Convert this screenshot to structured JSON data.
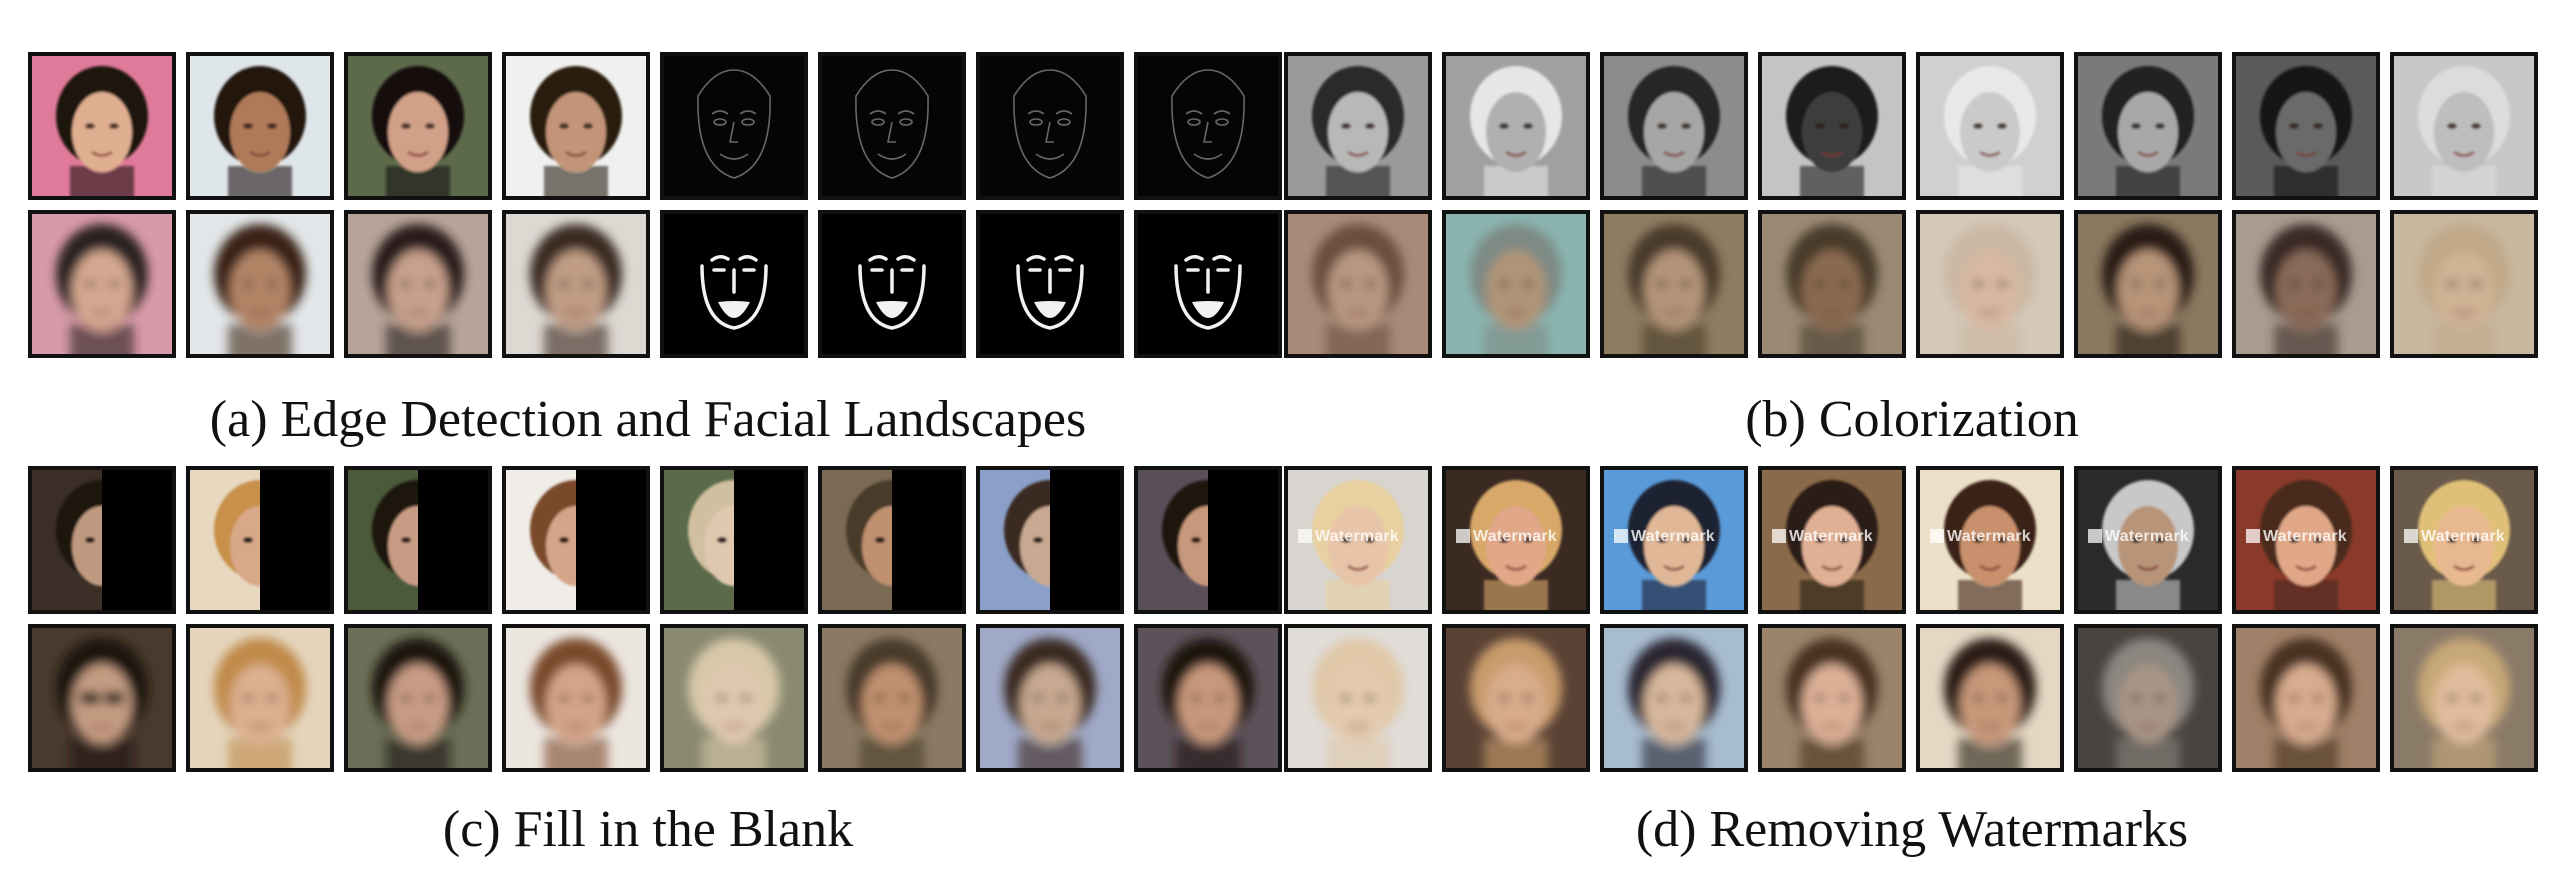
{
  "panels": [
    {
      "id": "a",
      "caption": "(a) Edge Detection and Facial Landscapes",
      "rows": [
        [
          {
            "kind": "face",
            "bg": "#e07a9a",
            "skin": "#e0ae90",
            "hair": "#1c1410",
            "sharp": true
          },
          {
            "kind": "face",
            "bg": "#dfe6ea",
            "skin": "#b07a58",
            "hair": "#201410",
            "sharp": true
          },
          {
            "kind": "face",
            "bg": "#5d6a4a",
            "skin": "#d2a088",
            "hair": "#14100c",
            "sharp": true
          },
          {
            "kind": "face",
            "bg": "#f0f0f0",
            "skin": "#c49478",
            "hair": "#2a1a10",
            "sharp": true
          },
          {
            "kind": "edge"
          },
          {
            "kind": "edge"
          },
          {
            "kind": "edge"
          },
          {
            "kind": "edge"
          }
        ],
        [
          {
            "kind": "face",
            "bg": "#d89aa8",
            "skin": "#d4a890",
            "hair": "#2a2020",
            "sharp": false
          },
          {
            "kind": "face",
            "bg": "#e2e6e8",
            "skin": "#b28466",
            "hair": "#3a2418",
            "sharp": false
          },
          {
            "kind": "face",
            "bg": "#b6a498",
            "skin": "#c8a08c",
            "hair": "#2a1e1a",
            "sharp": false
          },
          {
            "kind": "face",
            "bg": "#dcd8d2",
            "skin": "#c09c84",
            "hair": "#3a2a22",
            "sharp": false
          },
          {
            "kind": "landmark"
          },
          {
            "kind": "landmark"
          },
          {
            "kind": "landmark"
          },
          {
            "kind": "landmark"
          }
        ]
      ]
    },
    {
      "id": "b",
      "caption": "(b) Colorization",
      "rows": [
        [
          {
            "kind": "face",
            "bg": "#9a9a9a",
            "skin": "#b8b8b8",
            "hair": "#2a2a2a",
            "sharp": true
          },
          {
            "kind": "face",
            "bg": "#a0a0a0",
            "skin": "#b0b0b0",
            "hair": "#e6e6e6",
            "sharp": true
          },
          {
            "kind": "face",
            "bg": "#8c8c8c",
            "skin": "#a6a6a6",
            "hair": "#262626",
            "sharp": true
          },
          {
            "kind": "face",
            "bg": "#c4c4c4",
            "skin": "#3c3c3c",
            "hair": "#1c1c1c",
            "sharp": true
          },
          {
            "kind": "face",
            "bg": "#d0d0d0",
            "skin": "#cacaca",
            "hair": "#e8e8e8",
            "sharp": true
          },
          {
            "kind": "face",
            "bg": "#7a7a7a",
            "skin": "#a8a8a8",
            "hair": "#222222",
            "sharp": true
          },
          {
            "kind": "face",
            "bg": "#5a5a5a",
            "skin": "#6a6a6a",
            "hair": "#141414",
            "sharp": true
          },
          {
            "kind": "face",
            "bg": "#c8c8c8",
            "skin": "#bebebe",
            "hair": "#dcdcdc",
            "sharp": true
          }
        ],
        [
          {
            "kind": "face",
            "bg": "#a88a78",
            "skin": "#b89680",
            "hair": "#6a5040",
            "sharp": false
          },
          {
            "kind": "face",
            "bg": "#8ab4b0",
            "skin": "#b09478",
            "hair": "#7e8a84",
            "sharp": false
          },
          {
            "kind": "face",
            "bg": "#8e7c62",
            "skin": "#b49478",
            "hair": "#4a3a2a",
            "sharp": false
          },
          {
            "kind": "face",
            "bg": "#9a8a74",
            "skin": "#8a6a50",
            "hair": "#4a3a2c",
            "sharp": false
          },
          {
            "kind": "face",
            "bg": "#d4c8b8",
            "skin": "#d8b8a0",
            "hair": "#cab8a4",
            "sharp": false
          },
          {
            "kind": "face",
            "bg": "#8a7860",
            "skin": "#b89478",
            "hair": "#2a1e16",
            "sharp": false
          },
          {
            "kind": "face",
            "bg": "#a89c90",
            "skin": "#8a6a58",
            "hair": "#3a2c26",
            "sharp": false
          },
          {
            "kind": "face",
            "bg": "#c8b8a0",
            "skin": "#d0b294",
            "hair": "#c0a888",
            "sharp": false
          }
        ]
      ]
    },
    {
      "id": "c",
      "caption": "(c) Fill in the Blank",
      "rows": [
        [
          {
            "kind": "half",
            "bg": "#3a2e26",
            "skin": "#c09a80",
            "hair": "#1a1410"
          },
          {
            "kind": "half",
            "bg": "#e8d8c0",
            "skin": "#d8a888",
            "hair": "#c8904a"
          },
          {
            "kind": "half",
            "bg": "#4a5a3a",
            "skin": "#c89c84",
            "hair": "#1c140e"
          },
          {
            "kind": "half",
            "bg": "#f0ece8",
            "skin": "#d4a488",
            "hair": "#7a4a2a"
          },
          {
            "kind": "half",
            "bg": "#5a6a4a",
            "skin": "#e0c8b0",
            "hair": "#d0c0a0"
          },
          {
            "kind": "half",
            "bg": "#7a6a54",
            "skin": "#c09070",
            "hair": "#4a3a2a"
          },
          {
            "kind": "half",
            "bg": "#8aa0c8",
            "skin": "#c8a890",
            "hair": "#3a2a22"
          },
          {
            "kind": "half",
            "bg": "#5a4e58",
            "skin": "#c8987c",
            "hair": "#1a1210"
          }
        ],
        [
          {
            "kind": "face",
            "bg": "#4a3a2e",
            "skin": "#c49c82",
            "hair": "#1a1410",
            "sharp": false,
            "glasses": true
          },
          {
            "kind": "face",
            "bg": "#e4d4bc",
            "skin": "#dcb090",
            "hair": "#c08a48",
            "sharp": false
          },
          {
            "kind": "face",
            "bg": "#6a7058",
            "skin": "#c89c84",
            "hair": "#1c140e",
            "sharp": false
          },
          {
            "kind": "face",
            "bg": "#ece6e0",
            "skin": "#d4a488",
            "hair": "#7a4a2a",
            "sharp": false
          },
          {
            "kind": "face",
            "bg": "#8a8a72",
            "skin": "#e0c8b0",
            "hair": "#d8c8a8",
            "sharp": false
          },
          {
            "kind": "face",
            "bg": "#8a7a64",
            "skin": "#c09070",
            "hair": "#4a3a2a",
            "sharp": false
          },
          {
            "kind": "face",
            "bg": "#a0aac8",
            "skin": "#c8a890",
            "hair": "#3a2a22",
            "sharp": false
          },
          {
            "kind": "face",
            "bg": "#5e525a",
            "skin": "#c8987c",
            "hair": "#1a1210",
            "sharp": false
          }
        ]
      ]
    },
    {
      "id": "d",
      "caption": "(d) Removing Watermarks",
      "watermark_text": "Watermark",
      "rows": [
        [
          {
            "kind": "face",
            "bg": "#d8d4d0",
            "skin": "#e8c4a8",
            "hair": "#e8d0a0",
            "sharp": true,
            "wm": true
          },
          {
            "kind": "face",
            "bg": "#3a2a22",
            "skin": "#e0a888",
            "hair": "#d8a868",
            "sharp": true,
            "wm": true
          },
          {
            "kind": "face",
            "bg": "#5a9ad8",
            "skin": "#e0b898",
            "hair": "#1a2030",
            "sharp": true,
            "wm": true
          },
          {
            "kind": "face",
            "bg": "#8a6a4a",
            "skin": "#e0b094",
            "hair": "#2a1a12",
            "sharp": true,
            "wm": true
          },
          {
            "kind": "face",
            "bg": "#ece0c8",
            "skin": "#c8906c",
            "hair": "#3a2014",
            "sharp": true,
            "wm": true
          },
          {
            "kind": "face",
            "bg": "#2a2a2a",
            "skin": "#b89478",
            "hair": "#c8c8c8",
            "sharp": true,
            "wm": true
          },
          {
            "kind": "face",
            "bg": "#8a3a2a",
            "skin": "#e0a888",
            "hair": "#4a2a1a",
            "sharp": true,
            "wm": true
          },
          {
            "kind": "face",
            "bg": "#6a5a4a",
            "skin": "#e8b890",
            "hair": "#e0c078",
            "sharp": true,
            "wm": true
          }
        ],
        [
          {
            "kind": "face",
            "bg": "#e0dcd8",
            "skin": "#e4caae",
            "hair": "#e0c8a8",
            "sharp": false
          },
          {
            "kind": "face",
            "bg": "#5a4234",
            "skin": "#d8ac8c",
            "hair": "#c89c6c",
            "sharp": false
          },
          {
            "kind": "face",
            "bg": "#a8bcd0",
            "skin": "#d8b89c",
            "hair": "#2a2830",
            "sharp": false
          },
          {
            "kind": "face",
            "bg": "#9a846a",
            "skin": "#dcb096",
            "hair": "#4a3222",
            "sharp": false
          },
          {
            "kind": "face",
            "bg": "#e4d8c4",
            "skin": "#c8987a",
            "hair": "#2a1c14",
            "sharp": false
          },
          {
            "kind": "face",
            "bg": "#4a4440",
            "skin": "#a89484",
            "hair": "#8a8680",
            "sharp": false
          },
          {
            "kind": "face",
            "bg": "#a08068",
            "skin": "#d8ac8e",
            "hair": "#4a3222",
            "sharp": false
          },
          {
            "kind": "face",
            "bg": "#8a7a68",
            "skin": "#e0bc9c",
            "hair": "#c8a878",
            "sharp": false
          }
        ]
      ]
    }
  ]
}
